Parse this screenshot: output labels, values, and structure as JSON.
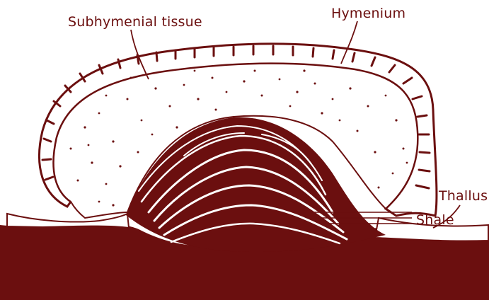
{
  "labels": {
    "subhymenial": "Subhymenial tissue",
    "hymenium": "Hymenium",
    "thallus": "Thallus",
    "shale": "Shale"
  },
  "colors": {
    "ink": "#6b0f0f",
    "paper": "#ffffff"
  }
}
